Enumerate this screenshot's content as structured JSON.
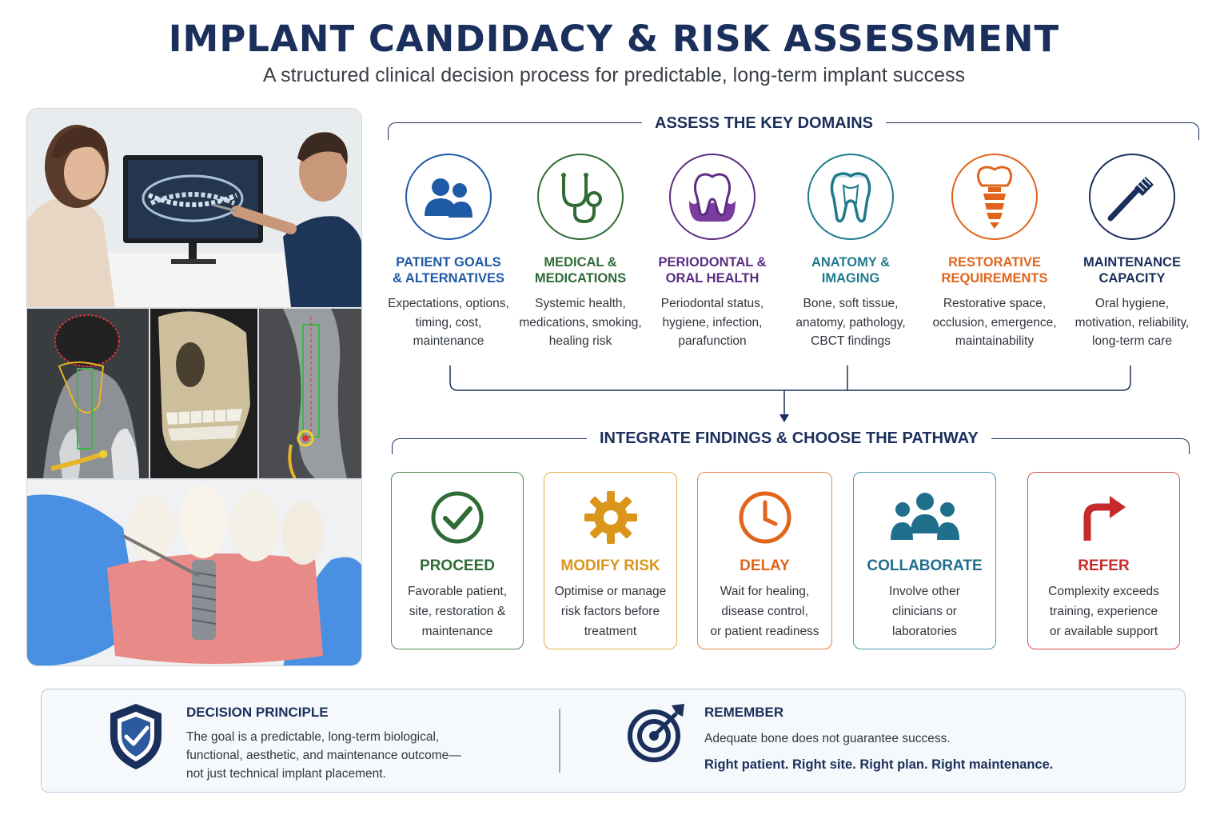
{
  "title": "IMPLANT CANDIDACY & RISK ASSESSMENT",
  "subtitle": "A structured clinical decision process for predictable, long-term implant success",
  "sections": {
    "domains_header": "ASSESS THE KEY DOMAINS",
    "pathway_header": "INTEGRATE FINDINGS & CHOOSE THE PATHWAY"
  },
  "domains": [
    {
      "title1": "PATIENT GOALS",
      "title2": "& ALTERNATIVES",
      "desc1": "Expectations, options,",
      "desc2": "timing, cost,",
      "desc3": "maintenance",
      "icon": "patient-icon",
      "color": "#1f5aa6"
    },
    {
      "title1": "MEDICAL &",
      "title2": "MEDICATIONS",
      "desc1": "Systemic health,",
      "desc2": "medications, smoking,",
      "desc3": "healing risk",
      "icon": "stethoscope-icon",
      "color": "#2f6b35"
    },
    {
      "title1": "PERIODONTAL &",
      "title2": "ORAL HEALTH",
      "desc1": "Periodontal status,",
      "desc2": "hygiene, infection,",
      "desc3": "parafunction",
      "icon": "tooth-gum-icon",
      "color": "#5b2d82"
    },
    {
      "title1": "ANATOMY &",
      "title2": "IMAGING",
      "desc1": "Bone, soft tissue,",
      "desc2": "anatomy, pathology,",
      "desc3": "CBCT findings",
      "icon": "tooth-anatomy-icon",
      "color": "#1f7a8c"
    },
    {
      "title1": "RESTORATIVE",
      "title2": "REQUIREMENTS",
      "desc1": "Restorative space,",
      "desc2": "occlusion, emergence,",
      "desc3": "maintainability",
      "icon": "implant-icon",
      "color": "#e0641b"
    },
    {
      "title1": "MAINTENANCE",
      "title2": "CAPACITY",
      "desc1": "Oral hygiene,",
      "desc2": "motivation, reliability,",
      "desc3": "long-term care",
      "icon": "toothbrush-icon",
      "color": "#1b2f5c"
    }
  ],
  "pathways": [
    {
      "title": "PROCEED",
      "desc1": "Favorable patient,",
      "desc2": "site, restoration &",
      "desc3": "maintenance",
      "icon": "check-icon",
      "color": "#2f6b35"
    },
    {
      "title": "MODIFY RISK",
      "desc1": "Optimise or manage",
      "desc2": "risk factors before",
      "desc3": "treatment",
      "icon": "gear-icon",
      "color": "#d9961a"
    },
    {
      "title": "DELAY",
      "desc1": "Wait for healing,",
      "desc2": "disease control,",
      "desc3": "or patient readiness",
      "icon": "clock-icon",
      "color": "#e0641b"
    },
    {
      "title": "COLLABORATE",
      "desc1": "Involve other",
      "desc2": "clinicians or",
      "desc3": "laboratories",
      "icon": "team-icon",
      "color": "#1f6f8c"
    },
    {
      "title": "REFER",
      "desc1": "Complexity exceeds",
      "desc2": "training, experience",
      "desc3": "or available support",
      "icon": "refer-arrow-icon",
      "color": "#c62a2a"
    }
  ],
  "bottom": {
    "principle_title": "DECISION PRINCIPLE",
    "principle_l1": "The goal is a predictable, long-term biological,",
    "principle_l2": "functional, aesthetic, and maintenance outcome—",
    "principle_l3": "not just technical implant placement.",
    "remember_title": "REMEMBER",
    "remember_l1": "Adequate bone does not guarantee success.",
    "remember_l2": "Right patient. Right site. Right plan. Right maintenance."
  }
}
